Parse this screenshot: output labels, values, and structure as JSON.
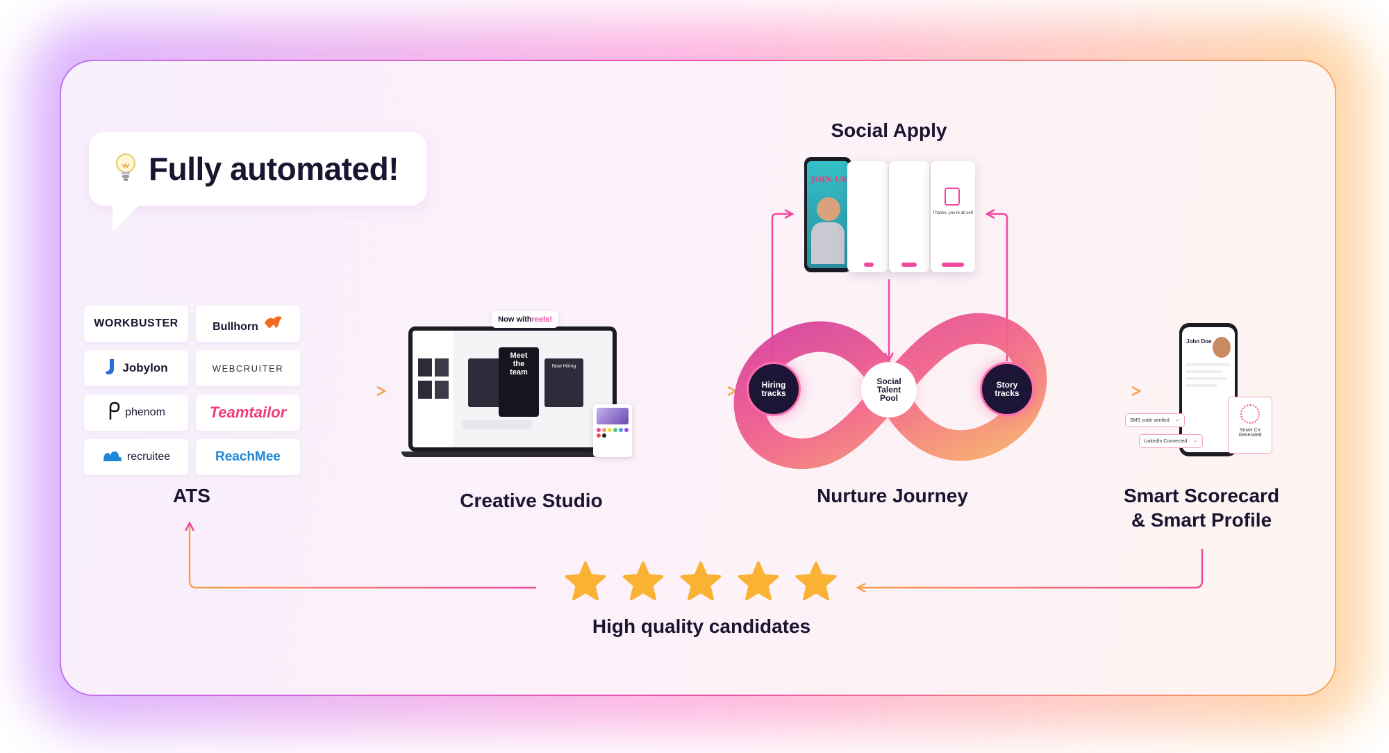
{
  "callout": {
    "icon": "lightbulb-icon",
    "text": "Fully automated!"
  },
  "stages": {
    "ats": "ATS",
    "creative_studio": "Creative Studio",
    "social_apply": "Social Apply",
    "nurture_journey": "Nurture Journey",
    "smart_scorecard_line1": "Smart Scorecard",
    "smart_scorecard_line2": "& Smart Profile",
    "high_quality": "High quality candidates"
  },
  "ats_logos": [
    "WORKBUSTER",
    "Bullhorn",
    "Jobylon",
    "WEBCRUITER",
    "phenom",
    "Teamtailor",
    "recruitee",
    "ReachMee"
  ],
  "nurture": {
    "hiring_tracks": [
      "Hiring",
      "tracks"
    ],
    "social_talent_pool": [
      "Social",
      "Talent",
      "Pool"
    ],
    "story_tracks": [
      "Story",
      "tracks"
    ]
  },
  "creative": {
    "reels_badge_prefix": "Now with ",
    "reels_badge_highlight": "reels!",
    "meet_the_team": [
      "Meet",
      "the",
      "team"
    ],
    "now_hiring": "Now Hiring"
  },
  "social_apply_screens": {
    "join_us": "JOIN US",
    "thanks": "Thanks, you're all set!"
  },
  "scorecard": {
    "name": "John Doe",
    "sms_verified": "SMS code verified",
    "linkedin_connected": "LinkedIn Connected",
    "smart_cv": [
      "Smart CV",
      "Generated"
    ]
  },
  "rating": {
    "stars": 5,
    "max": 5
  },
  "colors": {
    "pink": "#f2479f",
    "orange": "#f6a04d",
    "star": "#f9b233",
    "dark": "#1d1535",
    "teamtailor": "#f03b7a",
    "reachmee": "#1e88d8",
    "bullhorn": "#f26b21"
  }
}
